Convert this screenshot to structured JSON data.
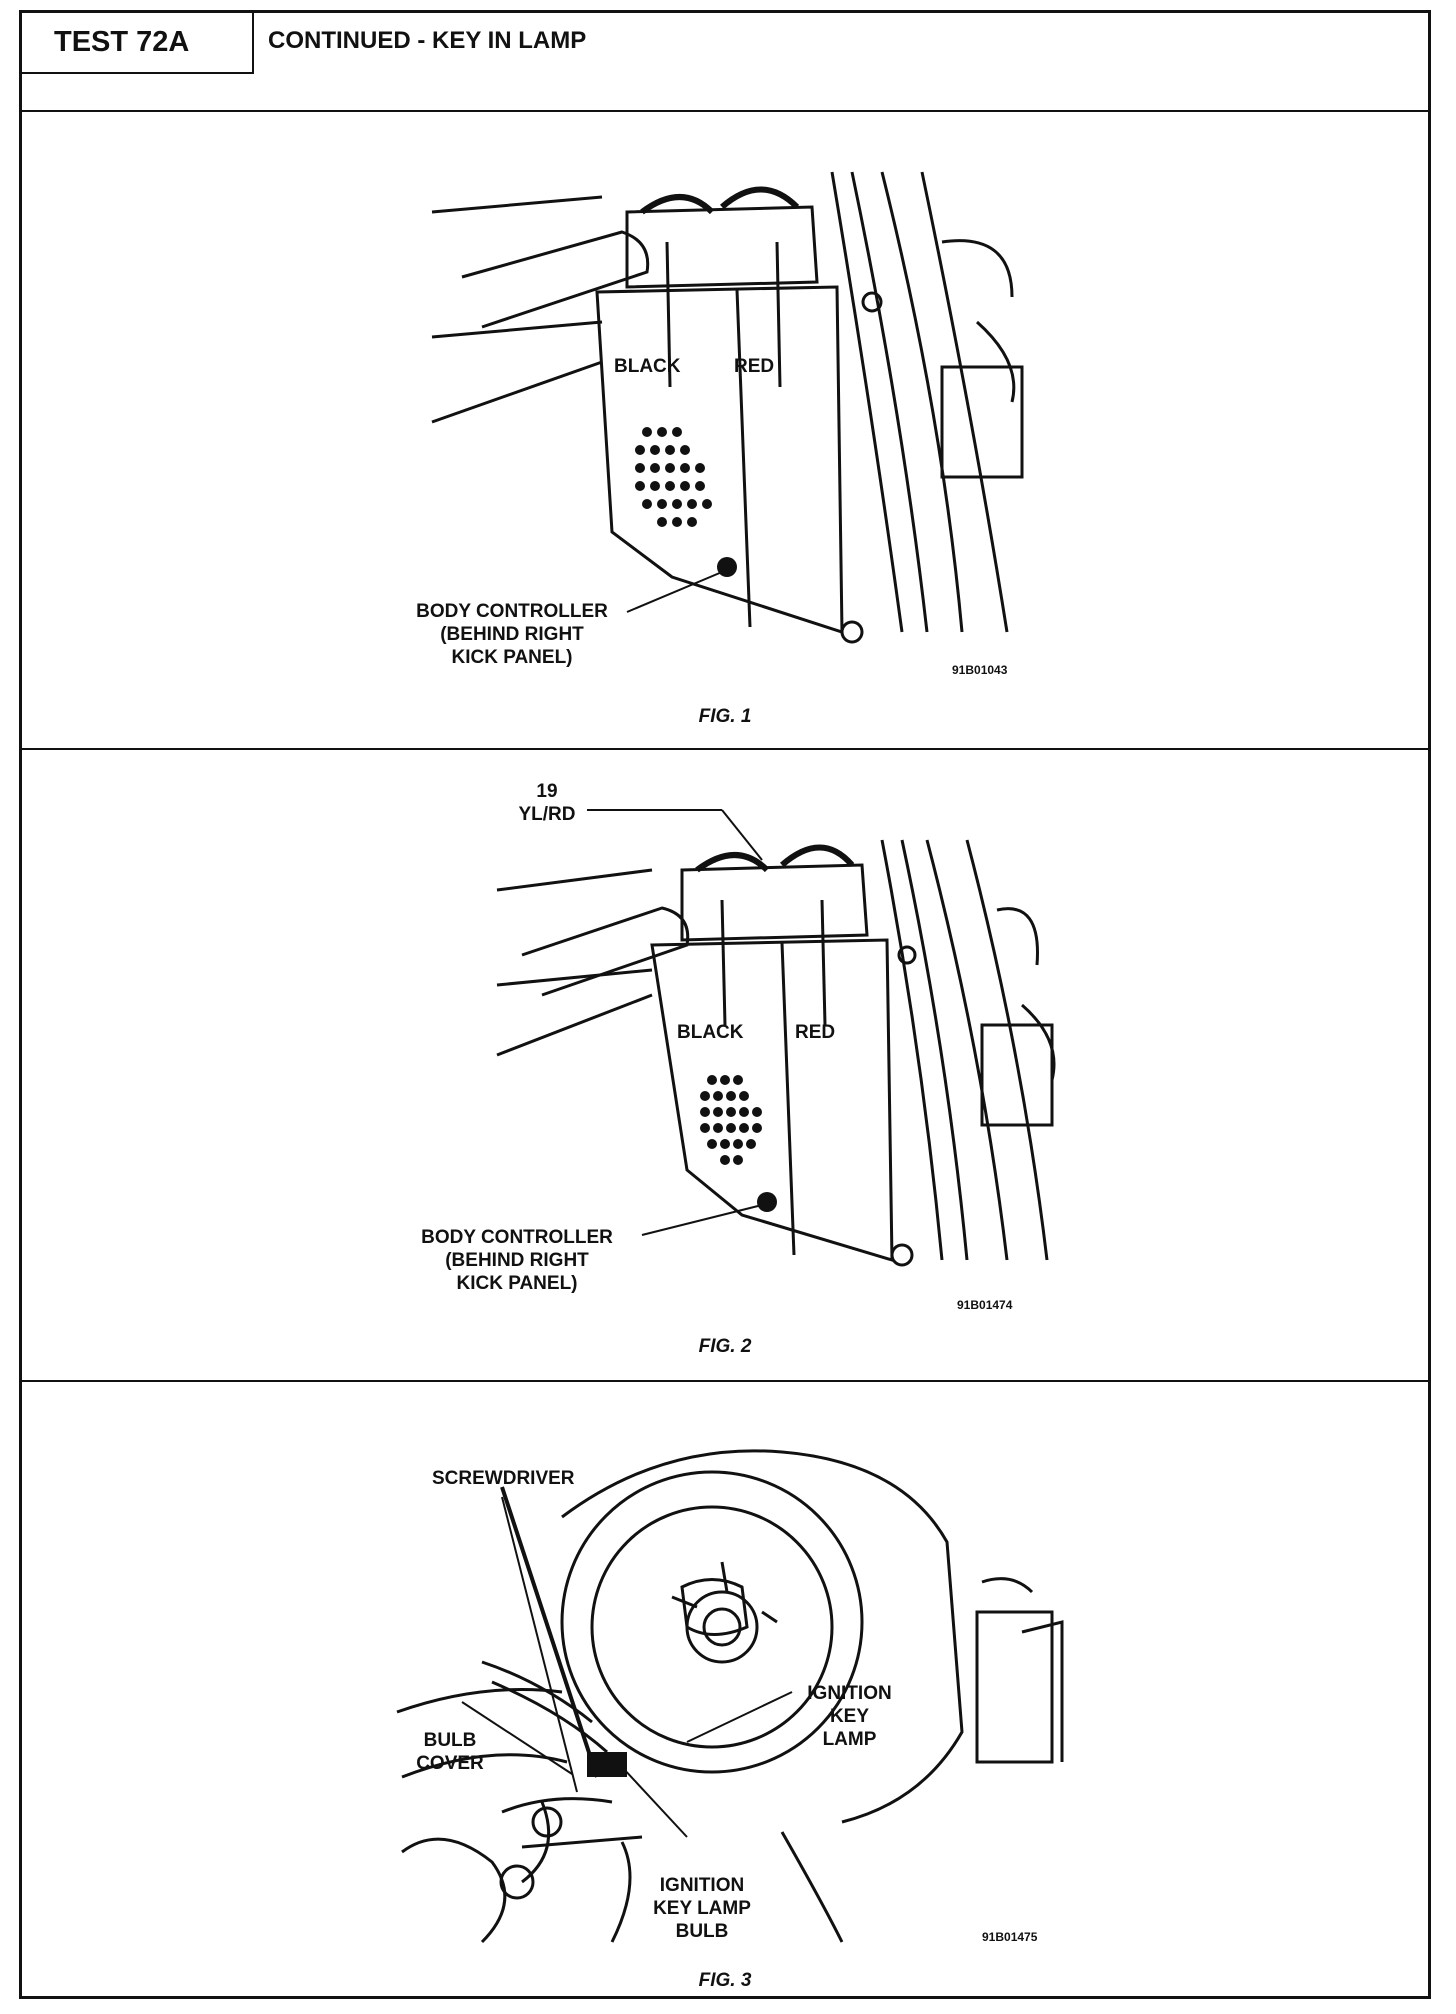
{
  "header": {
    "test_id": "TEST 72A",
    "title": "CONTINUED - KEY IN LAMP"
  },
  "fig1": {
    "caption": "FIG. 1",
    "code": "91B01043",
    "label_black": "BLACK",
    "label_red": "RED",
    "body_controller": [
      "BODY CONTROLLER",
      "(BEHIND RIGHT",
      "KICK PANEL)"
    ]
  },
  "fig2": {
    "caption": "FIG. 2",
    "code": "91B01474",
    "pin": [
      "19",
      "YL/RD"
    ],
    "label_black": "BLACK",
    "label_red": "RED",
    "body_controller": [
      "BODY CONTROLLER",
      "(BEHIND RIGHT",
      "KICK PANEL)"
    ]
  },
  "fig3": {
    "caption": "FIG. 3",
    "code": "91B01475",
    "screwdriver": "SCREWDRIVER",
    "bulb_cover": [
      "BULB",
      "COVER"
    ],
    "ignition_key_lamp": [
      "IGNITION",
      "KEY",
      "LAMP"
    ],
    "ignition_key_lamp_bulb": [
      "IGNITION",
      "KEY LAMP",
      "BULB"
    ]
  }
}
